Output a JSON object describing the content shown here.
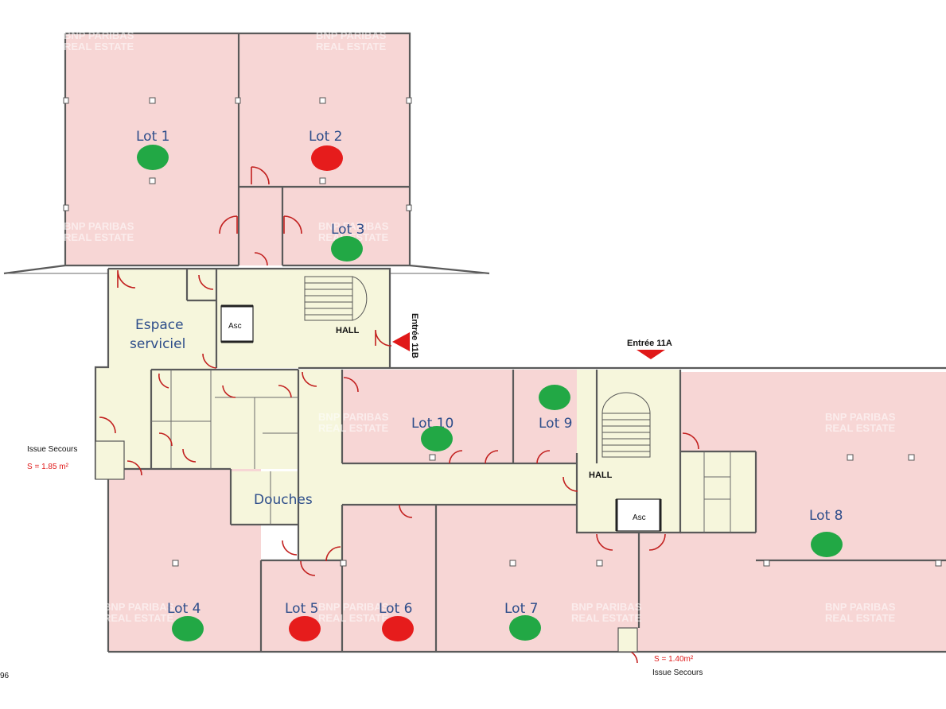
{
  "plan": {
    "lots": [
      {
        "id": "lot1",
        "label": "Lot 1",
        "status": "available",
        "color": "#22a845"
      },
      {
        "id": "lot2",
        "label": "Lot 2",
        "status": "taken",
        "color": "#e61c1c"
      },
      {
        "id": "lot3",
        "label": "Lot 3",
        "status": "available",
        "color": "#22a845"
      },
      {
        "id": "lot4",
        "label": "Lot 4",
        "status": "available",
        "color": "#22a845"
      },
      {
        "id": "lot5",
        "label": "Lot 5",
        "status": "taken",
        "color": "#e61c1c"
      },
      {
        "id": "lot6",
        "label": "Lot 6",
        "status": "taken",
        "color": "#e61c1c"
      },
      {
        "id": "lot7",
        "label": "Lot 7",
        "status": "available",
        "color": "#22a845"
      },
      {
        "id": "lot8",
        "label": "Lot 8",
        "status": "available",
        "color": "#22a845"
      },
      {
        "id": "lot9",
        "label": "Lot 9",
        "status": "available",
        "color": "#22a845"
      },
      {
        "id": "lot10",
        "label": "Lot 10",
        "status": "available",
        "color": "#22a845"
      }
    ],
    "zones": {
      "espace_line1": "Espace",
      "espace_line2": "serviciel",
      "douches": "Douches",
      "hall": "HALL",
      "asc": "Asc"
    },
    "entrances": {
      "entree_11b": "Entrée 11B",
      "entree_11a": "Entrée 11A"
    },
    "exits": {
      "issue_left_label": "Issue Secours",
      "issue_left_area": "S = 1.85 m²",
      "issue_bottom_area": "S = 1.40m²",
      "issue_bottom_label": "Issue Secours"
    },
    "watermark": {
      "line1": "BNP PARIBAS",
      "line2": "REAL ESTATE"
    },
    "corner_text": "96",
    "colors": {
      "office": "#f7d6d5",
      "common": "#f6f6dc",
      "wall": "#5a5a5a",
      "door": "#c2201f"
    }
  }
}
